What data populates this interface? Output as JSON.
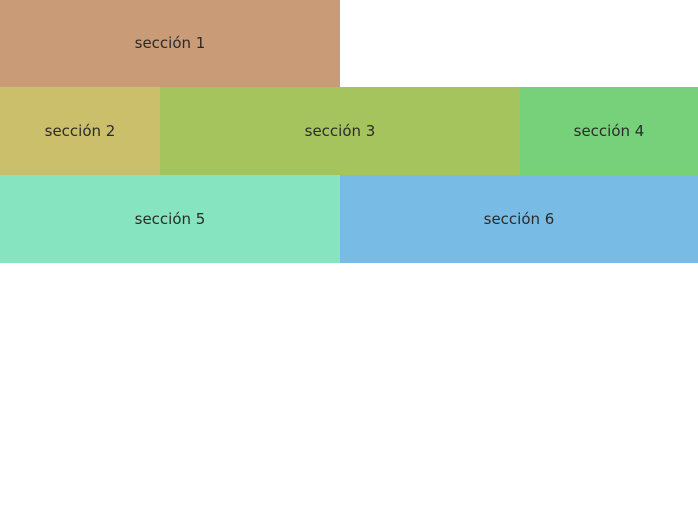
{
  "sections": [
    {
      "label": "sección 1",
      "color": "#c99b76"
    },
    {
      "label": "sección 2",
      "color": "#cbbf6b"
    },
    {
      "label": "sección 3",
      "color": "#a5c45e"
    },
    {
      "label": "sección 4",
      "color": "#77d17a"
    },
    {
      "label": "sección 5",
      "color": "#86e4c0"
    },
    {
      "label": "sección 6",
      "color": "#78bce6"
    }
  ]
}
